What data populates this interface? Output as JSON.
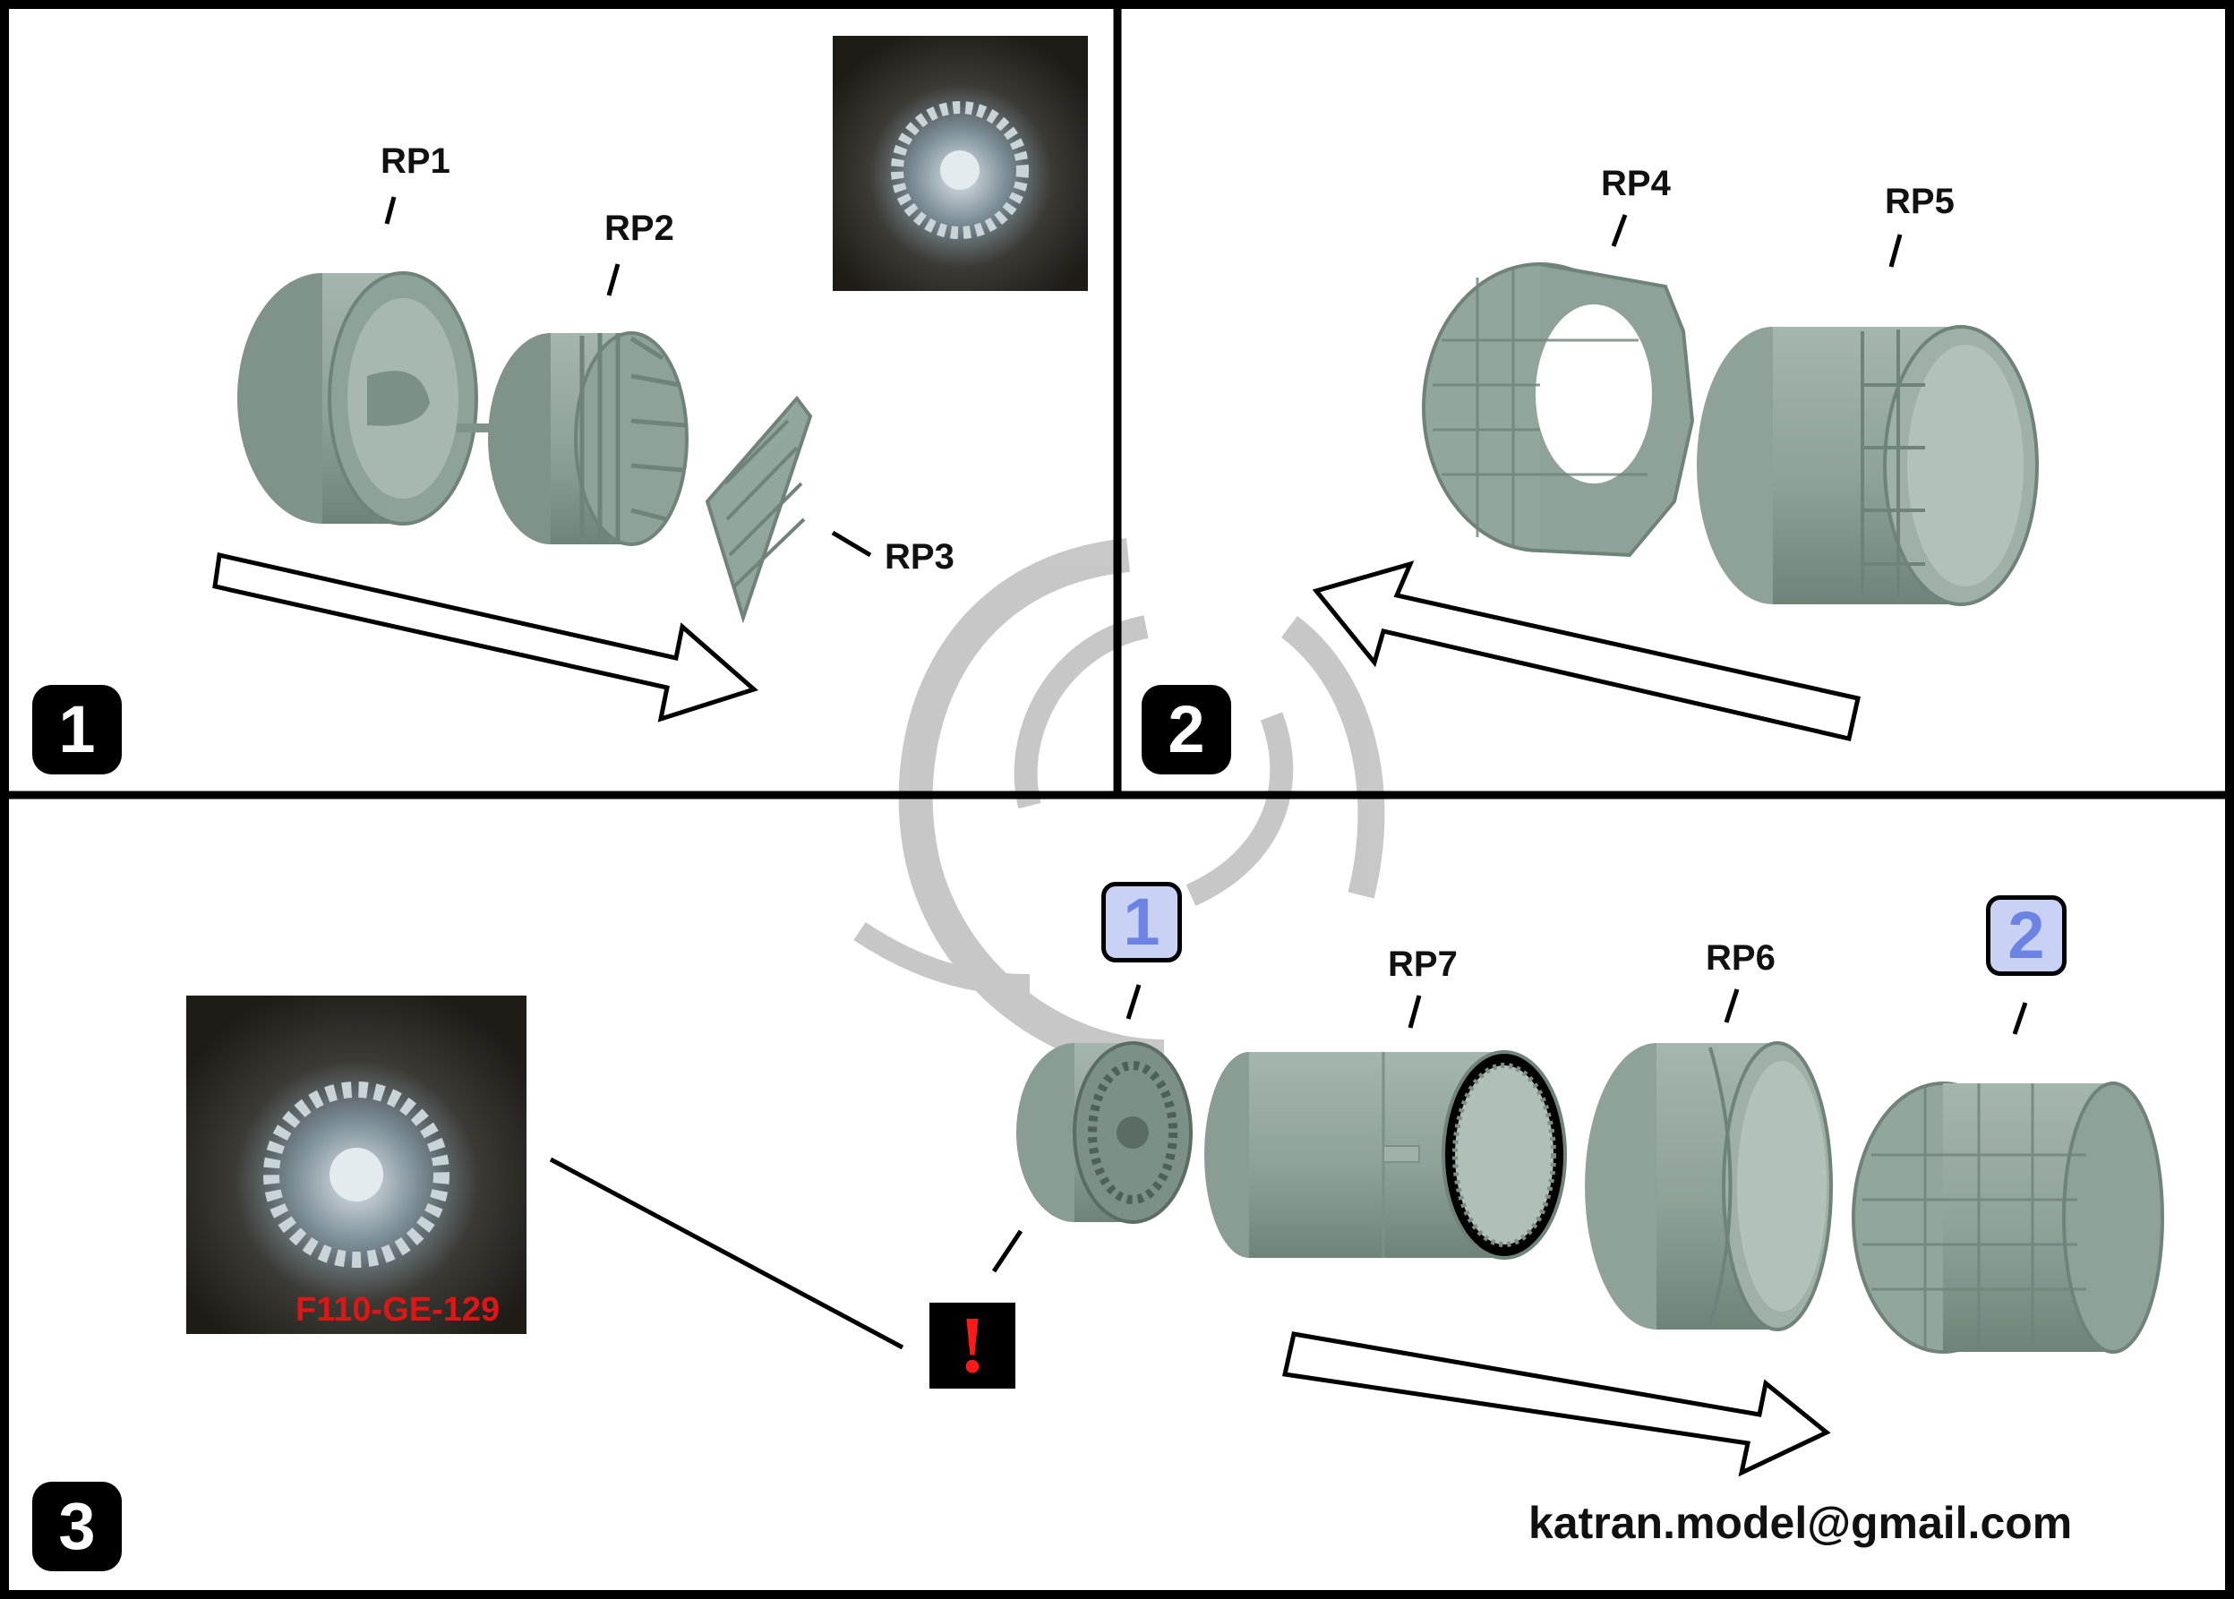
{
  "colors": {
    "part_fill": "#8fa297",
    "part_dark": "#6f8378",
    "part_light": "#aebdb3",
    "watermark": "#9a9a9a",
    "badge_blue": "#6b83e2",
    "badge_blue_bg": "#c9d2f4",
    "engine_tag": "#e01515"
  },
  "panel1": {
    "step": "1",
    "parts": [
      "RP1",
      "RP2",
      "RP3"
    ]
  },
  "panel2": {
    "step": "2",
    "parts": [
      "RP4",
      "RP5"
    ]
  },
  "panel3": {
    "step": "3",
    "parts": [
      "RP7",
      "RP6"
    ],
    "ref_badges": [
      "1",
      "2"
    ],
    "engine_label": "F110-GE-129",
    "warning_symbol": "!",
    "email": "katran.model@gmail.com"
  },
  "icons": [
    "arrow-right-icon",
    "arrow-left-icon",
    "dragon-watermark-icon",
    "warning-icon"
  ]
}
